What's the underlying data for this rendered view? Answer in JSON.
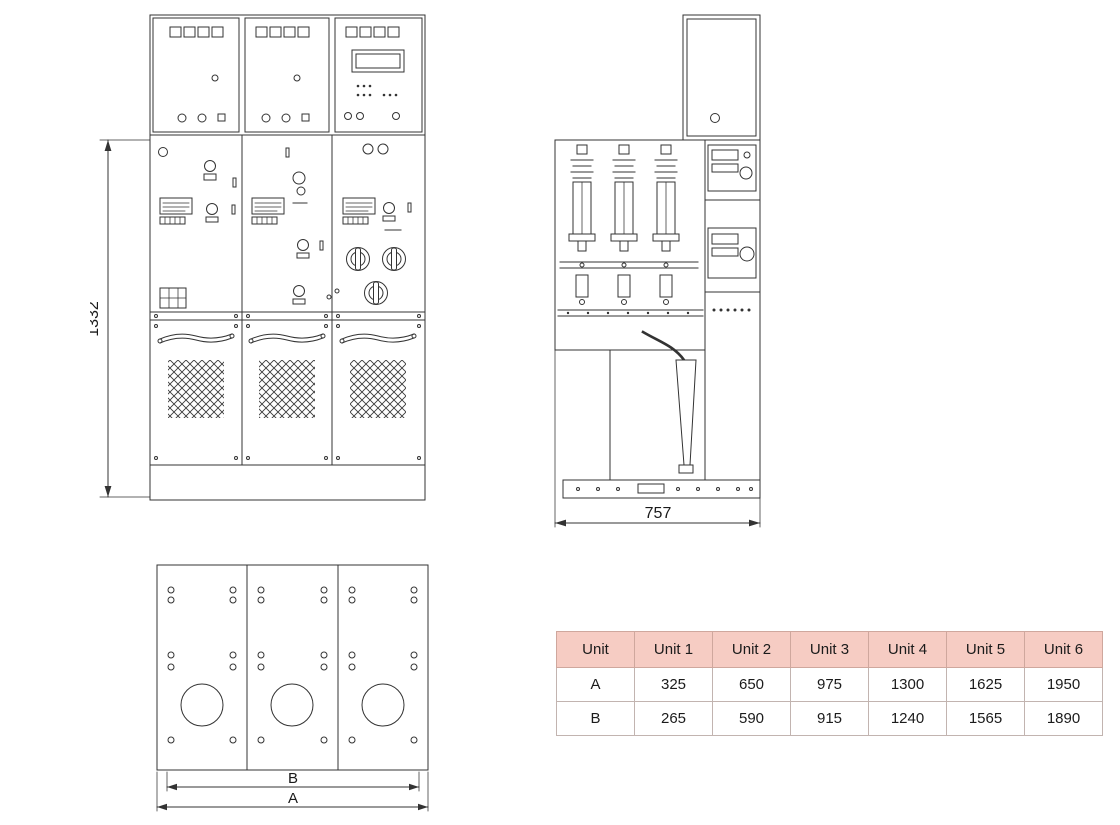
{
  "drawing": {
    "front_view": {
      "height_dim": "1332"
    },
    "side_view": {
      "width_dim": "757"
    },
    "bottom_view": {
      "dim_inner": "B",
      "dim_outer": "A"
    }
  },
  "table": {
    "header_bg": "#f6ccc3",
    "columns": [
      "Unit",
      "Unit 1",
      "Unit 2",
      "Unit 3",
      "Unit 4",
      "Unit 5",
      "Unit 6"
    ],
    "rows": [
      {
        "label": "A",
        "values": [
          "325",
          "650",
          "975",
          "1300",
          "1625",
          "1950"
        ]
      },
      {
        "label": "B",
        "values": [
          "265",
          "590",
          "915",
          "1240",
          "1565",
          "1890"
        ]
      }
    ]
  },
  "colors": {
    "line": "#333333",
    "background": "#ffffff"
  }
}
